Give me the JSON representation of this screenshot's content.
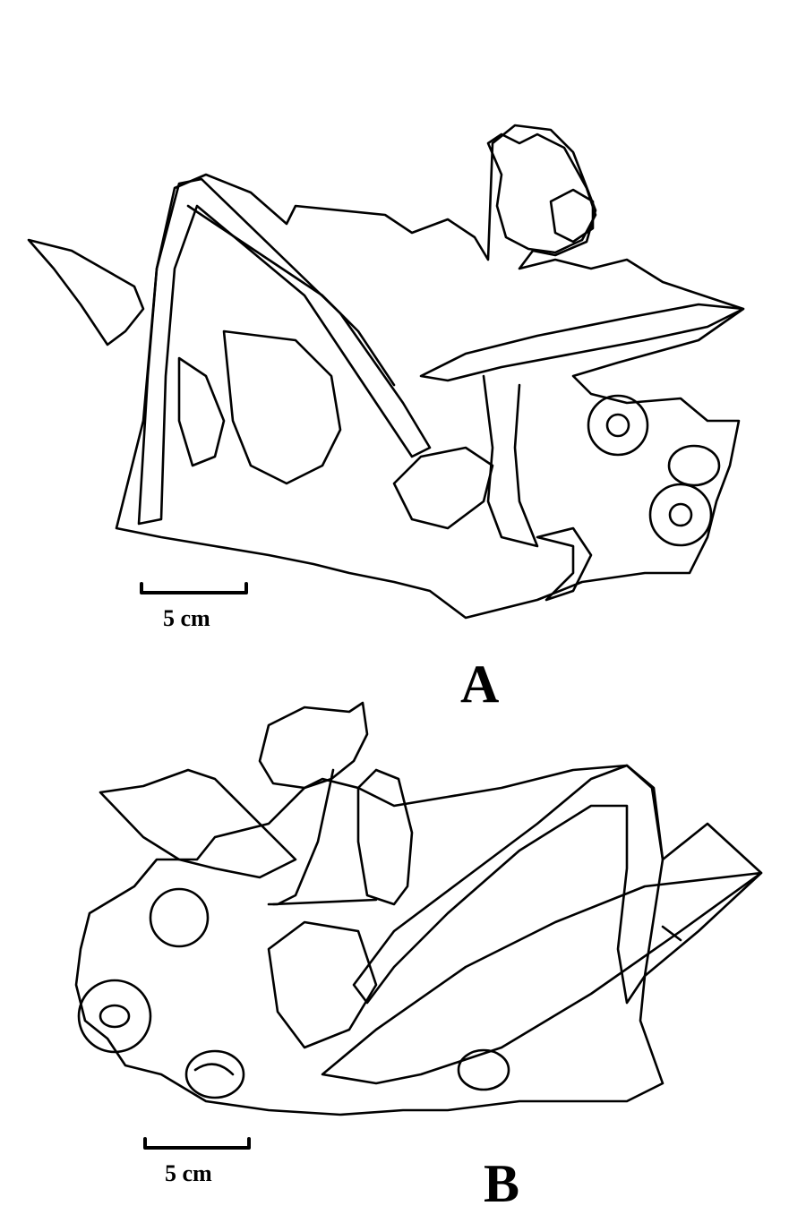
{
  "figure": {
    "panels": [
      {
        "letter": "A",
        "scale_bar_label": "5 cm"
      },
      {
        "letter": "B",
        "scale_bar_label": "5 cm"
      }
    ],
    "line_color": "#000000",
    "background": "#ffffff"
  }
}
